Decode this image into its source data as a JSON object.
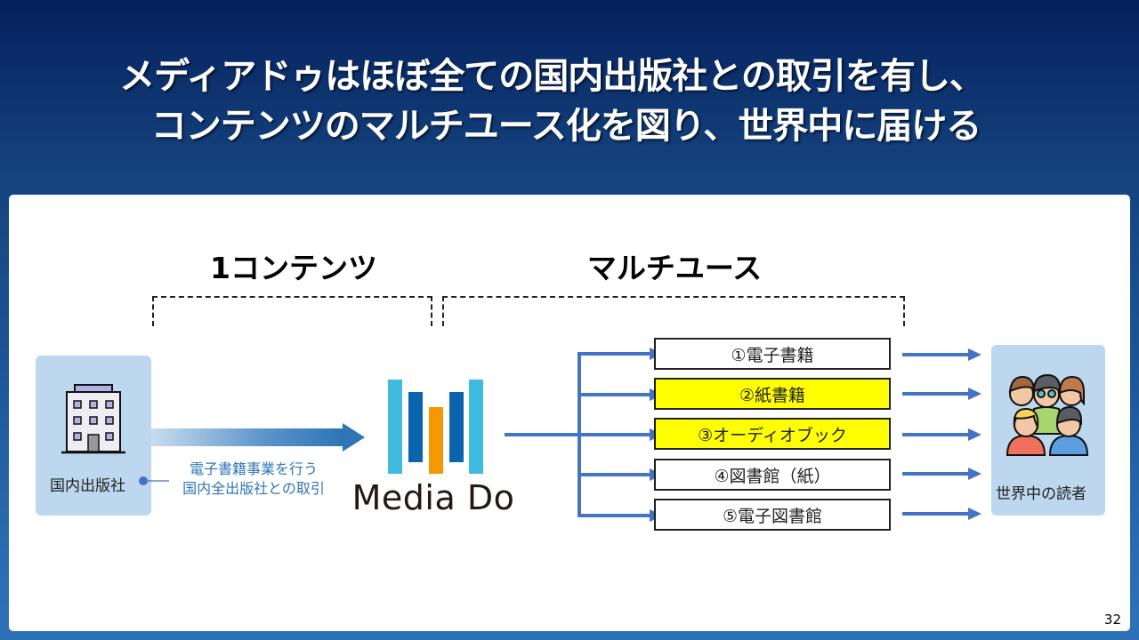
{
  "title": {
    "line1": "メディアドゥはほぼ全ての国内出版社との取引を有し、",
    "line2": "コンテンツのマルチユース化を図り、世界中に届ける"
  },
  "diagram": {
    "section_left": "1コンテンツ",
    "section_right": "マルチユース",
    "publisher": {
      "label": "国内出版社",
      "icon": "office-building-icon"
    },
    "relation": {
      "line1": "電子書籍事業を行う",
      "line2": "国内全出版社との取引"
    },
    "logo": {
      "text": "Media Do",
      "bar_colors": [
        "#3fbbe0",
        "#0a64ae",
        "#f39800",
        "#0a64ae",
        "#3fbbe0"
      ]
    },
    "uses": [
      {
        "label": "①電子書籍",
        "highlighted": false
      },
      {
        "label": "②紙書籍",
        "highlighted": true
      },
      {
        "label": "③オーディオブック",
        "highlighted": true
      },
      {
        "label": "④図書館（紙）",
        "highlighted": false
      },
      {
        "label": "⑤電子図書館",
        "highlighted": false
      }
    ],
    "readers": {
      "label": "世界中の読者",
      "icon": "people-group-icon"
    }
  },
  "colors": {
    "accent_blue": "#2e75b6",
    "box_fill": "#bdd7ee",
    "highlight": "#ffff00"
  },
  "page_number": "32"
}
